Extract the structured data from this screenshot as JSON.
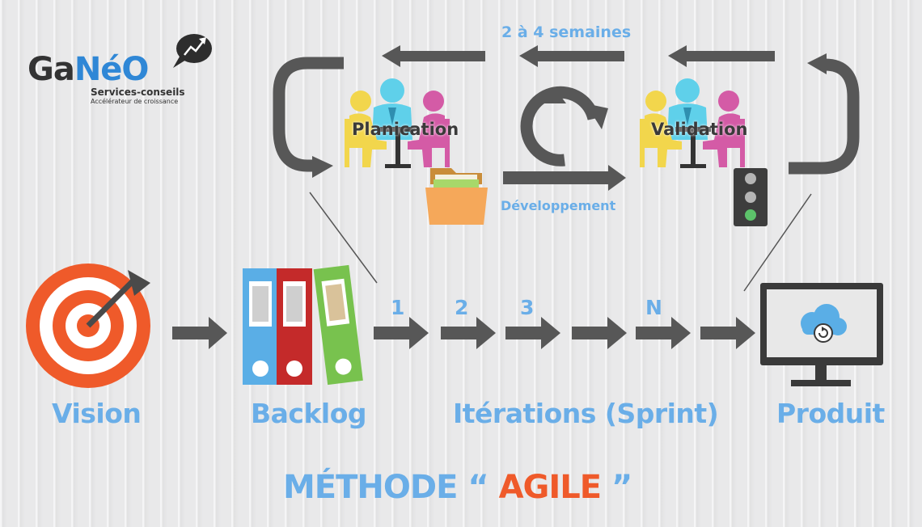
{
  "logo": {
    "brand_prefix": "Ga",
    "brand_suffix": "NéO",
    "tagline": "Services-conseils",
    "subline": "Accélérateur de croissance"
  },
  "cycle": {
    "duration": "2 à 4 semaines",
    "planning": "Planication",
    "development": "Développement",
    "validation": "Validation"
  },
  "flow": {
    "vision": "Vision",
    "backlog": "Backlog",
    "iterations": "Itérations (Sprint)",
    "product": "Produit",
    "iteration_numbers": [
      "1",
      "2",
      "3",
      "N"
    ]
  },
  "footer": {
    "method": "MÉTHODE",
    "quote_open": "“",
    "agile": "AGILE",
    "quote_close": "”"
  },
  "colors": {
    "blue": "#6aaee8",
    "orange": "#ef5a2a",
    "arrow": "#575757",
    "dark": "#3a3a3a",
    "yellow": "#f2d64c",
    "cyan": "#5fd0ea",
    "magenta": "#d45ba6",
    "red_binder": "#c42a2a",
    "green_binder": "#78c24e",
    "blue_binder": "#5aaee6"
  }
}
